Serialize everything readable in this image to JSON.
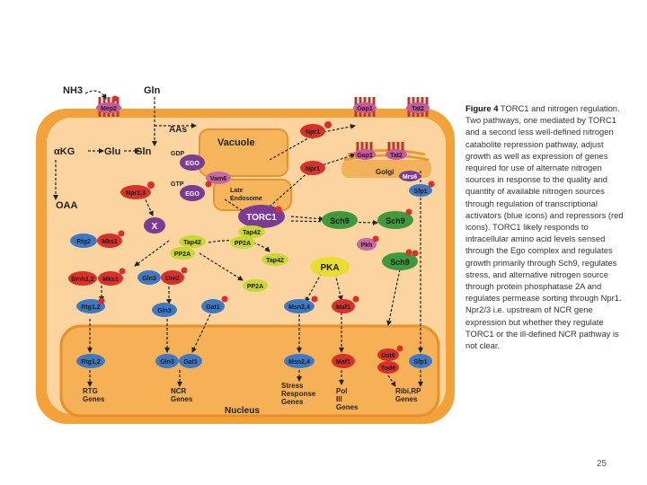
{
  "diagram": {
    "labels": {
      "nh3": "NH3",
      "gln_top": "Gln",
      "aas": "AAs",
      "akg": "αKG",
      "glu": "Glu",
      "gln": "Gln",
      "oaa": "OAA",
      "vacuole": "Vacuole",
      "late_endosome": "Late Endosome",
      "gdp": "GDP",
      "gtp": "GTP",
      "golgi": "Golgi",
      "nucleus": "Nucleus",
      "rtg_genes": "RTG Genes",
      "ncr_genes": "NCR Genes",
      "stress_genes": "Stress Response Genes",
      "pol3_genes": "Pol III Genes",
      "ribi_genes": "Ribi,RP Genes"
    },
    "proteins": {
      "mep2": "Mep2",
      "gap1_top": "Gap1",
      "tat2_top": "Tat2",
      "npr1_a": "Npr1",
      "npr1_b": "Npr1",
      "gap1_golgi": "Gap1",
      "tat2_golgi": "Tat2",
      "ego1": "EGO",
      "ego2": "EGO",
      "vam6": "Vam6",
      "mrs6": "Mrs6",
      "sfp1_top": "Sfp1",
      "npr23": "Npr2,3",
      "x": "X",
      "torc1": "TORC1",
      "sch9_a": "Sch9",
      "sch9_b": "Sch9",
      "sch9_c": "Sch9",
      "pkh": "Pkh",
      "pka": "PKA",
      "rtg2": "Rtg2",
      "mks1_a": "Mks1",
      "bmh12": "Bmh1,2",
      "mks1_b": "Mks1",
      "tap42_a": "Tap42",
      "pp2a_a": "PP2A",
      "tap42_b": "Tap42",
      "pp2a_b": "PP2A",
      "tap42_c": "Tap42",
      "pp2a_c": "PP2A",
      "gln3_a": "Gln3",
      "ure2": "Ure2",
      "rtg12_a": "Rtg1,2",
      "gln3_b": "Gln3",
      "gat1_a": "Gat1",
      "msn24_a": "Msn2,4",
      "maf1_a": "Maf1",
      "rtg12_n": "Rtg1,2",
      "gln3_n": "Gln3",
      "gat1_n": "Gat1",
      "msn24_n": "Msn2,4",
      "maf1_n": "Maf1",
      "dot6": "Dot6",
      "tod6": "Tod6",
      "sfp1_n": "Sfp1"
    }
  },
  "caption": {
    "title": "Figure 4",
    "text": "TORC1 and nitrogen regulation. Two pathways, one mediated by TORC1 and a second less well-defined nitrogen catabolite repression pathway, adjust growth as well as expression of genes required for use of alternate nitrogen sources in response to the quality and quantity of available nitrogen sources through regulation of transcriptional activators (blue icons) and repressors (red icons). TORC1 likely responds to intracellular amino acid levels sensed through the Ego complex and regulates growth primarily through Sch9, regulates stress, and alternative nitrogen source through protein phosphatase 2A and regulates permease sorting through Npr1. Npr2/3 i.e. upstream of NCR gene expression but whether they regulate TORC1 or the ill-defined NCR pathway is not clear."
  },
  "page_number": "25",
  "colors": {
    "cell": "#f7a43a",
    "cytoplasm": "#fbd19a",
    "nucleus": "#f8b457",
    "vacuole": "#f8c170",
    "blue": "#3f78c4",
    "red": "#d8302a",
    "green": "#3e9a3a",
    "purple": "#7a3c93",
    "yellow": "#e6df2e",
    "pink": "#c868a4"
  }
}
